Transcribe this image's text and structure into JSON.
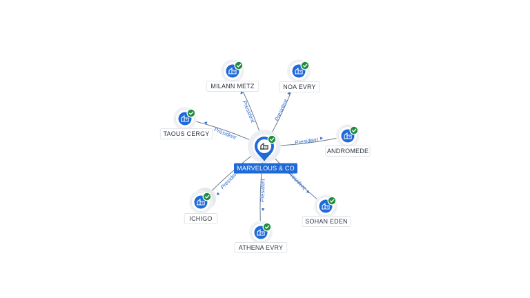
{
  "center": {
    "name": "MARVELOUS & CO",
    "icon": "building-icon",
    "verified": true
  },
  "edge_label": "President",
  "nodes": [
    {
      "name": "MILANN METZ",
      "icon": "building-icon",
      "verified": true,
      "relation": "President"
    },
    {
      "name": "NOA EVRY",
      "icon": "building-icon",
      "verified": true,
      "relation": "President"
    },
    {
      "name": "TAOUS CERGY",
      "icon": "building-icon",
      "verified": true,
      "relation": "President"
    },
    {
      "name": "ANDROMEDE",
      "icon": "building-icon",
      "verified": true,
      "relation": "President"
    },
    {
      "name": "ICHIGO",
      "icon": "building-icon",
      "verified": true,
      "relation": "President"
    },
    {
      "name": "ATHENA EVRY",
      "icon": "building-icon",
      "verified": true,
      "relation": "President"
    },
    {
      "name": "SOHAN EDEN",
      "icon": "building-icon",
      "verified": true,
      "relation": "President"
    }
  ],
  "colors": {
    "node": "#1f6ad9",
    "badge": "#1e8e3e",
    "edge_label": "#2f6fd6"
  }
}
